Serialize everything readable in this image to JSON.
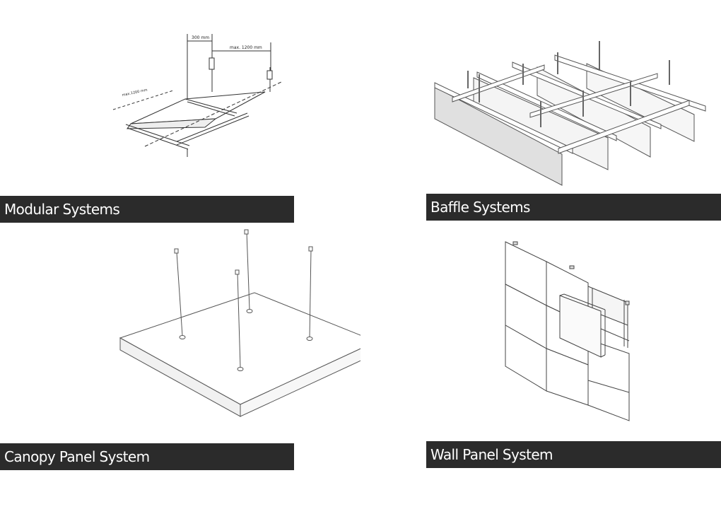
{
  "modular": {
    "caption": "Modular Systems",
    "dim_top": "300 mm",
    "dim_right": "max. 1200 mm",
    "dim_left": "max.1200 mm"
  },
  "baffle": {
    "caption": "Baffle Systems"
  },
  "canopy": {
    "caption": "Canopy Panel System"
  },
  "wall": {
    "caption": "Wall Panel System"
  },
  "colors": {
    "caption_bg": "#2b2b2b",
    "caption_text": "#ffffff",
    "line": "#555555"
  }
}
